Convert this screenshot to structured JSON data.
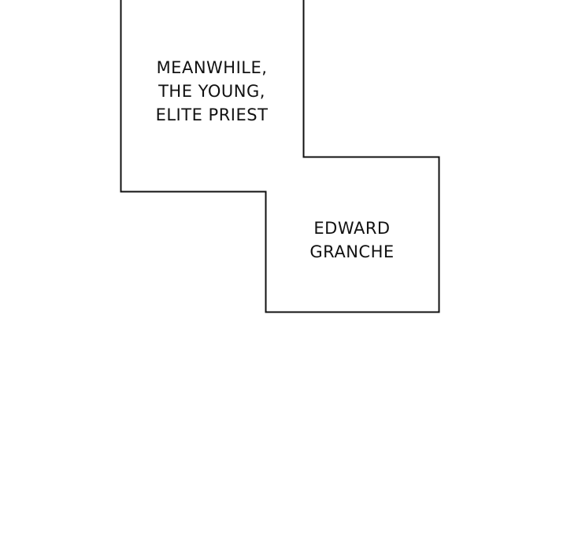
{
  "captions": [
    {
      "lines": [
        "MEANWHILE,",
        "THE YOUNG,",
        "ELITE PRIEST"
      ]
    },
    {
      "lines": [
        "EDWARD",
        "GRANCHE"
      ]
    }
  ],
  "colors": {
    "background": "#ffffff",
    "ink": "#111111"
  }
}
